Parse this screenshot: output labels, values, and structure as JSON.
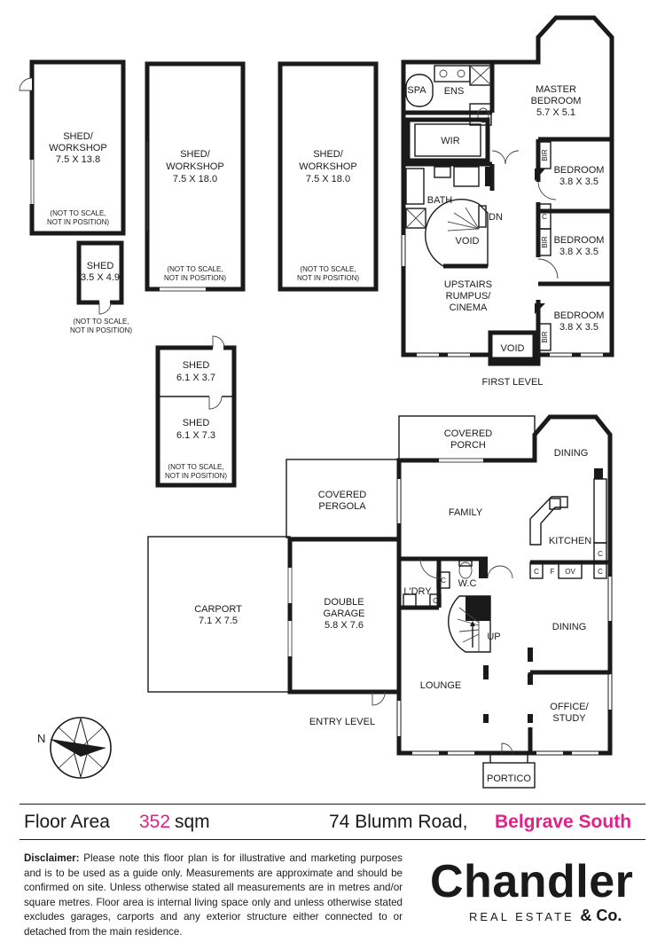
{
  "sheds": [
    {
      "name": "SHED/",
      "name2": "WORKSHOP",
      "size": "7.5 X 13.8",
      "note1": "(NOT TO SCALE,",
      "note2": "NOT IN POSITION)"
    },
    {
      "name": "SHED/",
      "name2": "WORKSHOP",
      "size": "7.5 X 18.0",
      "note1": "(NOT TO SCALE,",
      "note2": "NOT IN POSITION)"
    },
    {
      "name": "SHED/",
      "name2": "WORKSHOP",
      "size": "7.5 X 18.0",
      "note1": "(NOT TO SCALE,",
      "note2": "NOT IN POSITION)"
    },
    {
      "name": "SHED",
      "size": "3.5 X 4.9",
      "note1": "(NOT TO SCALE,",
      "note2": "NOT IN POSITION)"
    },
    {
      "name": "SHED",
      "size": "6.1 X 3.7"
    },
    {
      "name": "SHED",
      "size": "6.1 X 7.3",
      "note1": "(NOT TO SCALE,",
      "note2": "NOT IN POSITION)"
    }
  ],
  "first_level": {
    "title": "FIRST LEVEL",
    "rooms": {
      "spa": "SPA",
      "ens": "ENS",
      "master": "MASTER",
      "master2": "BEDROOM",
      "master_size": "5.7 X 5.1",
      "wir": "WIR",
      "bath": "BATH",
      "dn": "DN",
      "void1": "VOID",
      "void2": "VOID",
      "rumpus1": "UPSTAIRS",
      "rumpus2": "RUMPUS/",
      "rumpus3": "CINEMA",
      "bed1": "BEDROOM",
      "bed1_size": "3.8 X 3.5",
      "bed2": "BEDROOM",
      "bed2_size": "3.8 X 3.5",
      "bed3": "BEDROOM",
      "bed3_size": "3.8 X 3.5",
      "bir": "BIR",
      "c": "C"
    }
  },
  "entry_level": {
    "title": "ENTRY LEVEL",
    "rooms": {
      "porch1": "COVERED",
      "porch2": "PORCH",
      "dining_top": "DINING",
      "pergola1": "COVERED",
      "pergola2": "PERGOLA",
      "family": "FAMILY",
      "kitchen": "KITCHEN",
      "carport": "CARPORT",
      "carport_size": "7.1 X 7.5",
      "garage1": "DOUBLE",
      "garage2": "GARAGE",
      "garage_size": "5.8 X 7.6",
      "ldry": "L'DRY",
      "wc": "W.C",
      "c": "C",
      "f": "F",
      "ov": "OV",
      "up": "UP",
      "dining": "DINING",
      "lounge": "LOUNGE",
      "office1": "OFFICE/",
      "office2": "STUDY",
      "portico": "PORTICO"
    }
  },
  "compass": {
    "label": "N"
  },
  "footer": {
    "floor_area_label": "Floor Area",
    "floor_area_value": "352",
    "floor_area_unit": "sqm",
    "address": "74 Blumm Road,",
    "suburb": "Belgrave South",
    "disclaimer_label": "Disclaimer:",
    "disclaimer_text": "Please note this floor plan is for illustrative and marketing purposes and is to be used as a guide only. Measurements are approximate and should be confirmed on site.  Unless otherwise stated all measurements are in metres and/or square metres.  Floor area is internal living space only and unless otherwise stated excludes garages, carports and any exterior structure either connected to or detached from the main residence.",
    "brand_name": "Chandler",
    "brand_sub": "REAL ESTATE",
    "brand_amp": "& Co."
  },
  "colors": {
    "accent": "#e0218a",
    "ink": "#1a1a1a"
  }
}
